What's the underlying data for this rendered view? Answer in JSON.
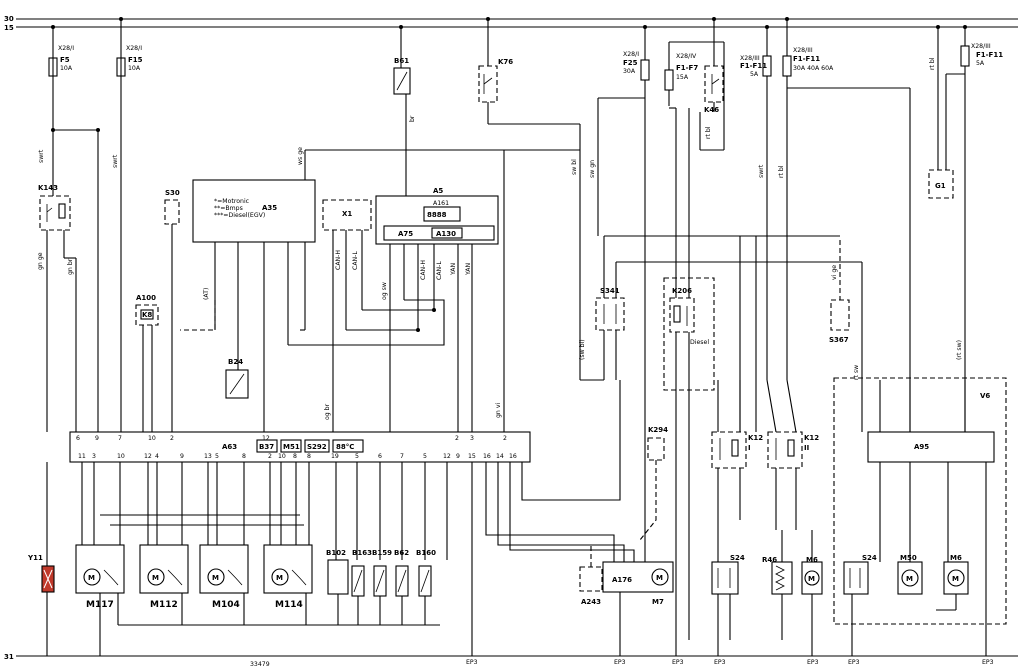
{
  "rails": {
    "top30": "30",
    "top15": "15",
    "bottom31": "31",
    "drawing_no": "33479"
  },
  "fuses": [
    {
      "id": "F5",
      "conn": "X28/I",
      "rating": "10A"
    },
    {
      "id": "F15",
      "conn": "X28/I",
      "rating": "10A"
    },
    {
      "id": "F25",
      "conn": "X28/I",
      "rating": "30A"
    },
    {
      "id": "F1-F7",
      "conn": "X28/IV",
      "rating": "15A"
    },
    {
      "id": "F1-F11",
      "conn": "X28/III",
      "rating": "5A"
    },
    {
      "id": "F1-F11",
      "conn": "X28/III",
      "rating": "30A 40A 60A"
    },
    {
      "id": "F1-F11",
      "conn": "X28/III",
      "rating": "5A"
    }
  ],
  "relays": {
    "k76": "K76",
    "k46": "K46",
    "k143": "K143",
    "k206": "K206",
    "k206_note": "Diesel",
    "k294": "K294",
    "k12_1": "K12",
    "k12_1n": "I",
    "k12_2": "K12",
    "k12_2n": "II"
  },
  "modules": {
    "a35": "A35",
    "a35_notes": [
      "*=Motronic",
      "**=Bmps",
      "***=Diesel(EGV)"
    ],
    "a5": "A5",
    "a161": "A161",
    "a75": "A75",
    "a130": "A130",
    "a63": "A63",
    "a63_tags": [
      "B37",
      "M51",
      "S292"
    ],
    "a95": "A95",
    "a176": "A176",
    "a243": "A243",
    "a100": "A100",
    "k8": "K8",
    "v6": "V6"
  },
  "bus_labels": [
    "CAN-H",
    "CAN-L",
    "CAN-H",
    "CAN-L",
    "YAN",
    "YAN"
  ],
  "sensors": {
    "b61": "B61",
    "b24": "B24",
    "b102": "B102",
    "b163": "B163",
    "b159": "B159",
    "b62": "B62",
    "b160": "B160",
    "g1": "G1",
    "s30": "S30",
    "s341": "S341",
    "s367": "S367",
    "s24a": "S24",
    "s24b": "S24",
    "r46": "R46",
    "x1": "X1",
    "y11": "Y11"
  },
  "motors": {
    "m117": "M117",
    "m112": "M112",
    "m104": "M104",
    "m114": "M114",
    "m7": "M7",
    "m6a": "M6",
    "m50": "M50",
    "m6b": "M6"
  },
  "ground": [
    "EP3",
    "EP3",
    "EP3",
    "EP3",
    "EP3",
    "EP3",
    "EP3"
  ],
  "wire_colors": {
    "k143_top": "swrt",
    "k143_out1": "gn ge",
    "k143_out2": "gn br",
    "f15_out": "swrt",
    "b61_out": "br",
    "a35_in": "ws ge",
    "k76_out": "sw bl",
    "f25_out": "sw gn",
    "k46_out": "rt bl",
    "f1f11_out1": "swrt",
    "f1f11_out2": "rt bl",
    "g1_in": "rt bl",
    "f1f11_out3": "rt sw",
    "s367_in": "vi ge",
    "bus1": "og sw",
    "bus2": "og br",
    "a63_in": "gn vi"
  },
  "pins": {
    "a63_top": [
      "6",
      "9",
      "7",
      "10",
      "2",
      "12",
      "2",
      "3",
      "2"
    ],
    "a63_bot": [
      "11",
      "3",
      "10",
      "12",
      "4",
      "9",
      "13",
      "5",
      "8",
      "2",
      "10",
      "8",
      "8",
      "19",
      "5",
      "6",
      "7",
      "5",
      "12",
      "9",
      "15",
      "16",
      "14",
      "16"
    ]
  },
  "misc": {
    "diesel_label": "Diesel",
    "at_label": "(AT)",
    "swbl_label": "(sw bl)",
    "rtsw_label": "(rt sw)"
  }
}
